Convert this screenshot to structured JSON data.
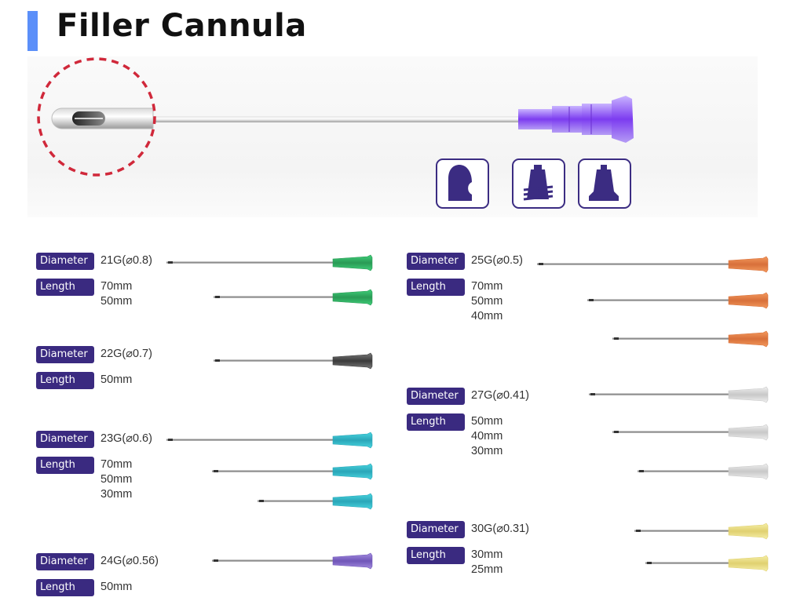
{
  "title": "Filler Cannula",
  "accent_color": "#5b8ff9",
  "badge_color": "#3a2a80",
  "hero": {
    "zoom_circle_color": "#d0283a",
    "hub_color": "#8b5cf0",
    "hub_type_icons": [
      "cannula-tip-icon",
      "luer-lock-hub-icon",
      "luer-slip-hub-icon"
    ]
  },
  "labels": {
    "diameter": "Diameter",
    "length": "Length"
  },
  "specs": [
    {
      "id": "21g",
      "diameter": "21G(⌀0.8)",
      "lengths": [
        "70mm",
        "50mm"
      ],
      "hub_color": "#3fd07a",
      "hub_color_dark": "#2a9a55"
    },
    {
      "id": "22g",
      "diameter": "22G(⌀0.7)",
      "lengths": [
        "50mm"
      ],
      "hub_color": "#7a7a7a",
      "hub_color_dark": "#3b3b3b"
    },
    {
      "id": "23g",
      "diameter": "23G(⌀0.6)",
      "lengths": [
        "70mm",
        "50mm",
        "30mm"
      ],
      "hub_color": "#49d6e0",
      "hub_color_dark": "#2aa6b8"
    },
    {
      "id": "24g",
      "diameter": "24G(⌀0.56)",
      "lengths": [
        "50mm"
      ],
      "hub_color": "#a58ee0",
      "hub_color_dark": "#6f55b8"
    },
    {
      "id": "25g",
      "diameter": "25G(⌀0.5)",
      "lengths": [
        "70mm",
        "50mm",
        "40mm"
      ],
      "hub_color": "#f39a5e",
      "hub_color_dark": "#d8703a"
    },
    {
      "id": "27g",
      "diameter": "27G(⌀0.41)",
      "lengths": [
        "50mm",
        "40mm",
        "30mm"
      ],
      "hub_color": "#f0f0f0",
      "hub_color_dark": "#c8c8c8"
    },
    {
      "id": "30g",
      "diameter": "30G(⌀0.31)",
      "lengths": [
        "30mm",
        "25mm"
      ],
      "hub_color": "#f6f0a8",
      "hub_color_dark": "#e0d070"
    }
  ]
}
